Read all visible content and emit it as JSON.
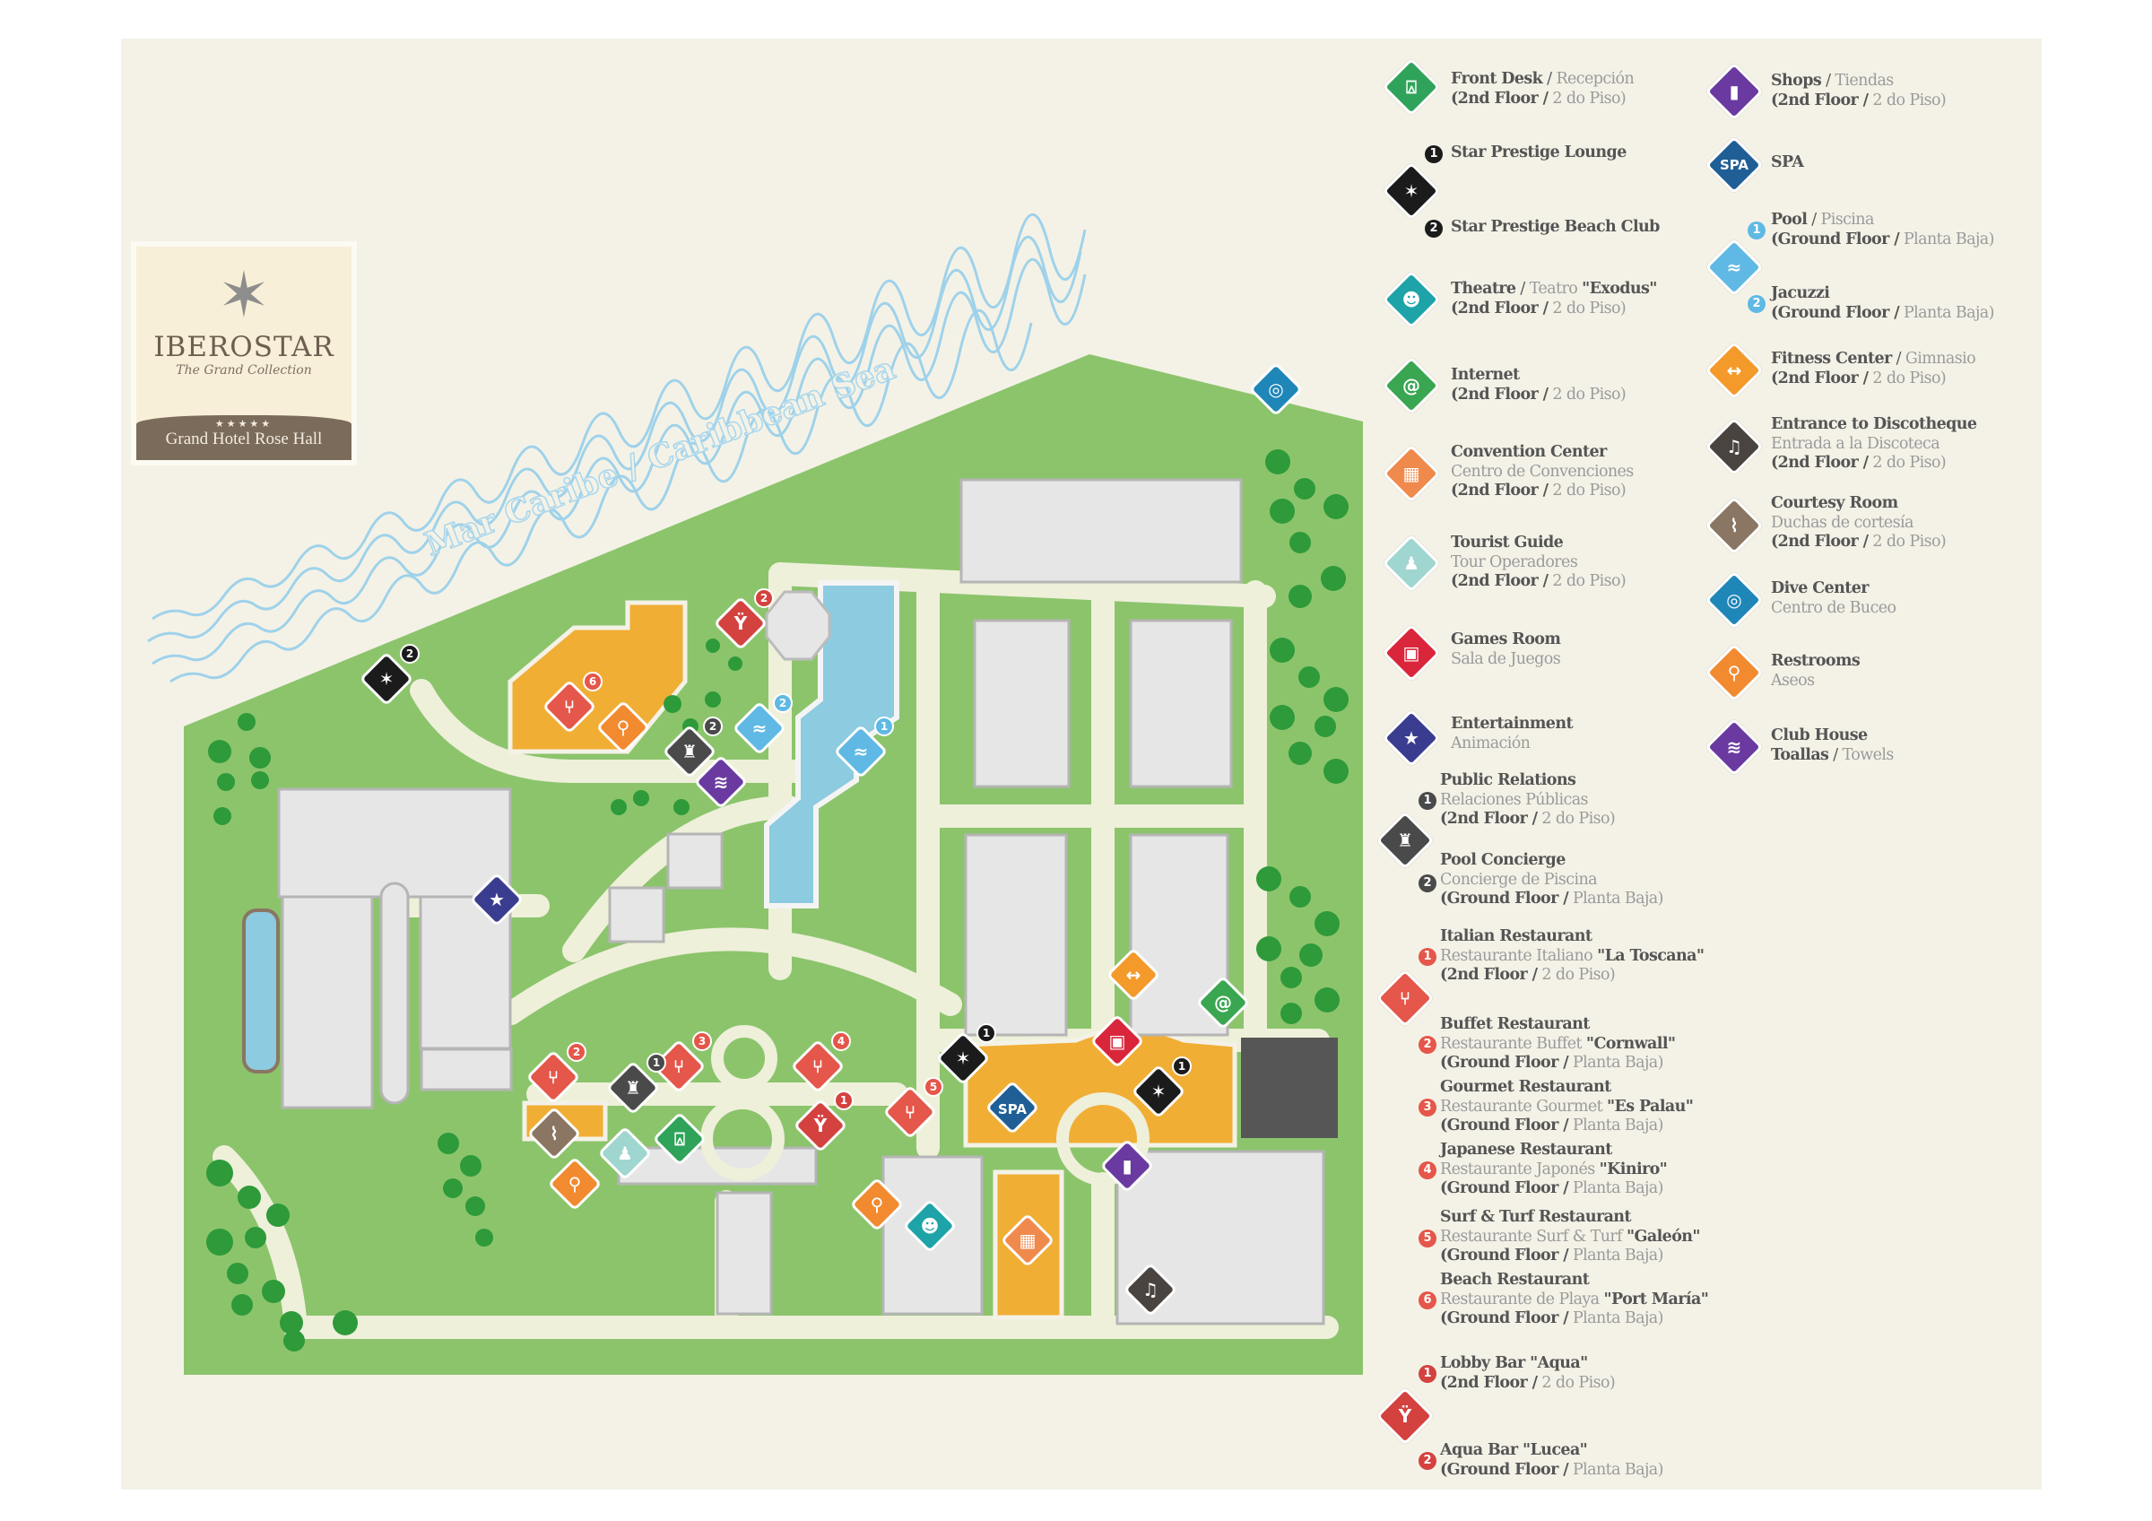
{
  "logo": {
    "brand": "IBEROSTAR",
    "collection": "The Grand Collection",
    "stars": "★★★★★",
    "hotel": "Grand Hotel Rose Hall"
  },
  "map": {
    "sea_label": "Mar Caribe / Caribbean Sea"
  },
  "colors": {
    "green": "#8cc46c",
    "path": "#eef0da",
    "building": "#e6e6e6",
    "orange": "#f1ae35",
    "pool": "#8ccbe0",
    "sea": "#9fd2ea"
  },
  "legend": {
    "front_desk": {
      "name": "Front Desk",
      "name_es": "Recepción",
      "floor_en": "(2nd Floor /",
      "floor_es": "2 do Piso)",
      "icon": "bell-icon",
      "color": "#2fa35a"
    },
    "star_lounge": {
      "badge": "1",
      "name": "Star Prestige Lounge",
      "icon": "starfish-icon",
      "color": "#1b1b1b"
    },
    "star_beach": {
      "badge": "2",
      "name": "Star Prestige Beach Club"
    },
    "theatre": {
      "name": "Theatre",
      "name_es": "Teatro",
      "name_quote": "\"Exodus\"",
      "floor_en": "(2nd Floor /",
      "floor_es": "2 do Piso)",
      "icon": "masks-icon",
      "color": "#1ea3a8"
    },
    "internet": {
      "name": "Internet",
      "floor_en": "(2nd Floor /",
      "floor_es": "2 do Piso)",
      "icon": "at-icon",
      "color": "#3aa651"
    },
    "convention": {
      "name": "Convention Center",
      "sub": "Centro de Convenciones",
      "floor_en": "(2nd Floor /",
      "floor_es": "2 do Piso)",
      "icon": "table-icon",
      "color": "#ef8a4c"
    },
    "tourist": {
      "name": "Tourist Guide",
      "sub": "Tour Operadores",
      "floor_en": "(2nd Floor /",
      "floor_es": "2 do Piso)",
      "icon": "people-icon",
      "color": "#9fd6cf"
    },
    "games": {
      "name": "Games Room",
      "sub": "Sala de Juegos",
      "icon": "cards-icon",
      "color": "#d9263b"
    },
    "entertainment": {
      "name": "Entertainment",
      "sub": "Animación",
      "icon": "star-team-icon",
      "color": "#3a3d8f"
    },
    "public_relations": {
      "badge": "1",
      "name": "Public Relations",
      "sub": "Relaciones Públicas",
      "floor_en": "(2nd Floor /",
      "floor_es": "2 do Piso)",
      "icon": "concierge-icon",
      "color": "#4a4a4a"
    },
    "pool_concierge": {
      "badge": "2",
      "name": "Pool Concierge",
      "sub": "Concierge de Piscina",
      "floor_en": "(Ground Floor /",
      "floor_es": "Planta Baja)"
    },
    "italian": {
      "badge": "1",
      "name": "Italian Restaurant",
      "sub": "Restaurante Italiano",
      "quote": "\"La Toscana\"",
      "floor_en": "(2nd Floor /",
      "floor_es": "2 do Piso)",
      "icon": "fork-knife-icon",
      "color": "#e4574a"
    },
    "buffet": {
      "badge": "2",
      "name": "Buffet Restaurant",
      "sub": "Restaurante Buffet",
      "quote": "\"Cornwall\"",
      "floor_en": "(Ground Floor /",
      "floor_es": "Planta Baja)"
    },
    "gourmet": {
      "badge": "3",
      "name": "Gourmet Restaurant",
      "sub": "Restaurante Gourmet",
      "quote": "\"Es Palau\"",
      "floor_en": "(Ground Floor /",
      "floor_es": "Planta Baja)"
    },
    "japanese": {
      "badge": "4",
      "name": "Japanese Restaurant",
      "sub": "Restaurante Japonés",
      "quote": "\"Kiniro\"",
      "floor_en": "(Ground Floor /",
      "floor_es": "Planta Baja)"
    },
    "surf": {
      "badge": "5",
      "name": "Surf & Turf Restaurant",
      "sub": "Restaurante Surf & Turf",
      "quote": "\"Galeón\"",
      "floor_en": "(Ground Floor /",
      "floor_es": "Planta Baja)"
    },
    "beach": {
      "badge": "6",
      "name": "Beach Restaurant",
      "sub": "Restaurante de Playa",
      "quote": "\"Port María\"",
      "floor_en": "(Ground Floor /",
      "floor_es": "Planta Baja)"
    },
    "lobby_bar": {
      "badge": "1",
      "name": "Lobby Bar \"Aqua\"",
      "floor_en": "(2nd Floor /",
      "floor_es": "2 do Piso)",
      "icon": "cocktail-icon",
      "color": "#d3423f"
    },
    "aqua_bar": {
      "badge": "2",
      "name": "Aqua Bar \"Lucea\"",
      "floor_en": "(Ground Floor /",
      "floor_es": "Planta Baja)"
    },
    "shops": {
      "name": "Shops",
      "name_es": "Tiendas",
      "floor_en": "(2nd Floor /",
      "floor_es": "2 do Piso)",
      "icon": "bag-icon",
      "color": "#6a3aa0"
    },
    "spa": {
      "name": "SPA",
      "icon_text": "SPA",
      "icon": "spa-icon",
      "color": "#1f5f96"
    },
    "pool": {
      "badge": "1",
      "name": "Pool",
      "name_es": "Piscina",
      "floor_en": "(Ground Floor /",
      "floor_es": "Planta Baja)",
      "icon": "swimmer-icon",
      "color": "#5fb9e4"
    },
    "jacuzzi": {
      "badge": "2",
      "name": "Jacuzzi",
      "floor_en": "(Ground Floor /",
      "floor_es": "Planta Baja)"
    },
    "fitness": {
      "name": "Fitness Center",
      "name_es": "Gimnasio",
      "floor_en": "(2nd Floor /",
      "floor_es": "2 do Piso)",
      "icon": "dumbbell-icon",
      "color": "#f39a2a"
    },
    "disco": {
      "name": "Entrance to Discotheque",
      "sub": "Entrada a la Discoteca",
      "floor_en": "(2nd Floor /",
      "floor_es": "2 do Piso)",
      "icon": "music-icon",
      "color": "#4a4440"
    },
    "courtesy": {
      "name": "Courtesy Room",
      "sub": "Duchas de cortesía",
      "floor_en": "(2nd Floor /",
      "floor_es": "2 do Piso)",
      "icon": "shower-icon",
      "color": "#8a7663"
    },
    "dive": {
      "name": "Dive Center",
      "sub": "Centro de Buceo",
      "icon": "snorkel-icon",
      "color": "#1f86b8"
    },
    "restrooms": {
      "name": "Restrooms",
      "sub": "Aseos",
      "icon": "restroom-icon",
      "color": "#f28a30"
    },
    "club_house": {
      "name": "Club House",
      "name2": "Toallas",
      "name2_es": "Towels",
      "icon": "towels-icon",
      "color": "#6a3aa0"
    }
  },
  "icon_glyphs": {
    "bell": "⍓",
    "star": "✶",
    "masks": "☻",
    "at": "@",
    "table": "▦",
    "people": "♟",
    "cards": "▣",
    "ent": "★",
    "concierge": "♜",
    "fork": "⑂",
    "cocktail": "Ÿ",
    "bag": "▮",
    "swim": "≈",
    "dumbbell": "↔",
    "music": "♫",
    "shower": "⌇",
    "snorkel": "◎",
    "restroom": "⚲",
    "towels": "≋"
  }
}
